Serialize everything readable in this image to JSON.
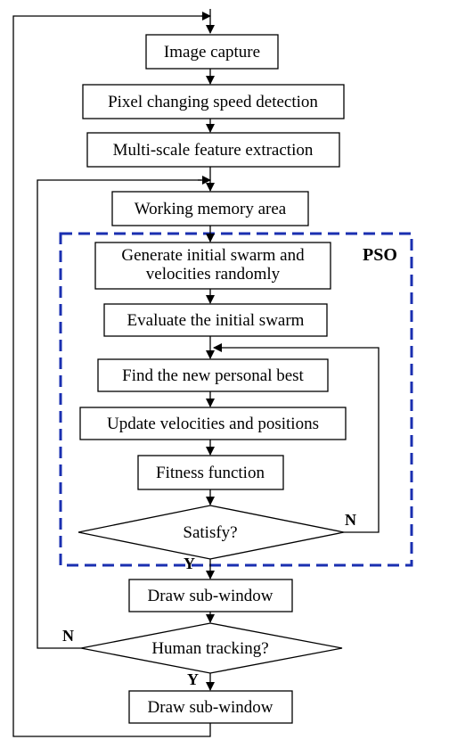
{
  "nodes": {
    "image_capture": "Image capture",
    "pixel_speed": "Pixel changing speed detection",
    "multi_scale": "Multi-scale feature extraction",
    "working_memory": "Working memory area",
    "generate_swarm_line1": "Generate initial swarm and",
    "generate_swarm_line2": "velocities randomly",
    "evaluate_swarm": "Evaluate the initial swarm",
    "find_personal_best": "Find the new personal best",
    "update_velocities": "Update velocities and positions",
    "fitness_function": "Fitness function",
    "satisfy": "Satisfy?",
    "draw_subwindow_1": "Draw sub-window",
    "human_tracking": "Human tracking?",
    "draw_subwindow_2": "Draw sub-window"
  },
  "group": {
    "pso_label": "PSO",
    "border_color": "#1a2fb0"
  },
  "edge_labels": {
    "satisfy_no": "N",
    "satisfy_yes": "Y",
    "human_no": "N",
    "human_yes": "Y"
  }
}
